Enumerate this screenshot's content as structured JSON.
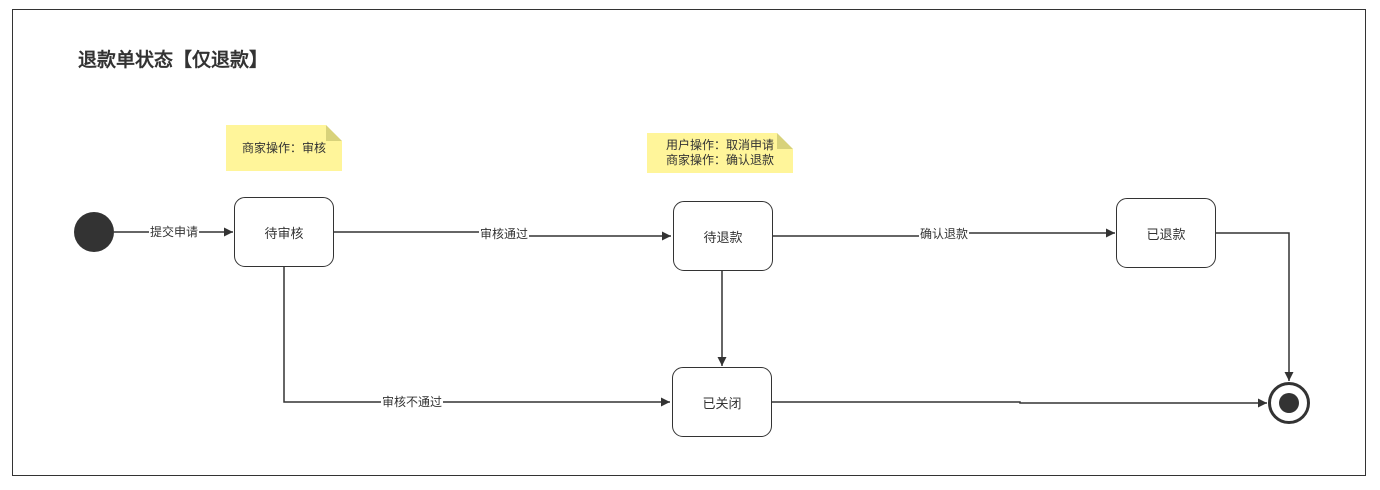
{
  "title": "退款单状态【仅退款】",
  "states": {
    "pending_review": "待审核",
    "pending_refund": "待退款",
    "refunded": "已退款",
    "closed": "已关闭"
  },
  "transitions": {
    "submit": "提交申请",
    "approve": "审核通过",
    "confirm_refund": "确认退款",
    "reject": "审核不通过"
  },
  "notes": {
    "merchant_review": "商家操作：审核",
    "user_cancel": "用户操作：取消申请",
    "merchant_confirm": "商家操作：确认退款"
  },
  "colors": {
    "line": "#333333",
    "note_fill": "#fff59a",
    "note_fold": "#d8d27a"
  }
}
